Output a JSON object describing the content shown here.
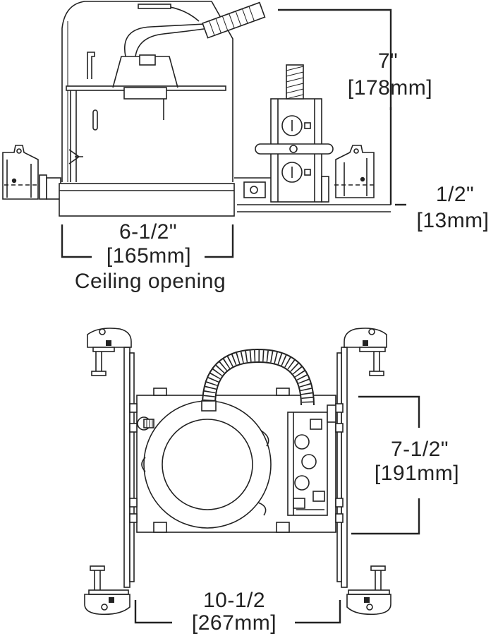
{
  "side_view": {
    "height_dim": {
      "inch": "7\"",
      "mm": "[178mm]"
    },
    "flange_dim": {
      "inch": "1/2\"",
      "mm": "[13mm]"
    },
    "opening_dim": {
      "inch": "6-1/2\"",
      "mm": "[165mm]",
      "caption": "Ceiling opening"
    }
  },
  "top_view": {
    "depth_dim": {
      "inch": "7-1/2\"",
      "mm": "[191mm]"
    },
    "width_dim": {
      "inch": "10-1/2",
      "mm": "[267mm]"
    }
  },
  "colors": {
    "line": "#222222",
    "background": "#ffffff"
  }
}
